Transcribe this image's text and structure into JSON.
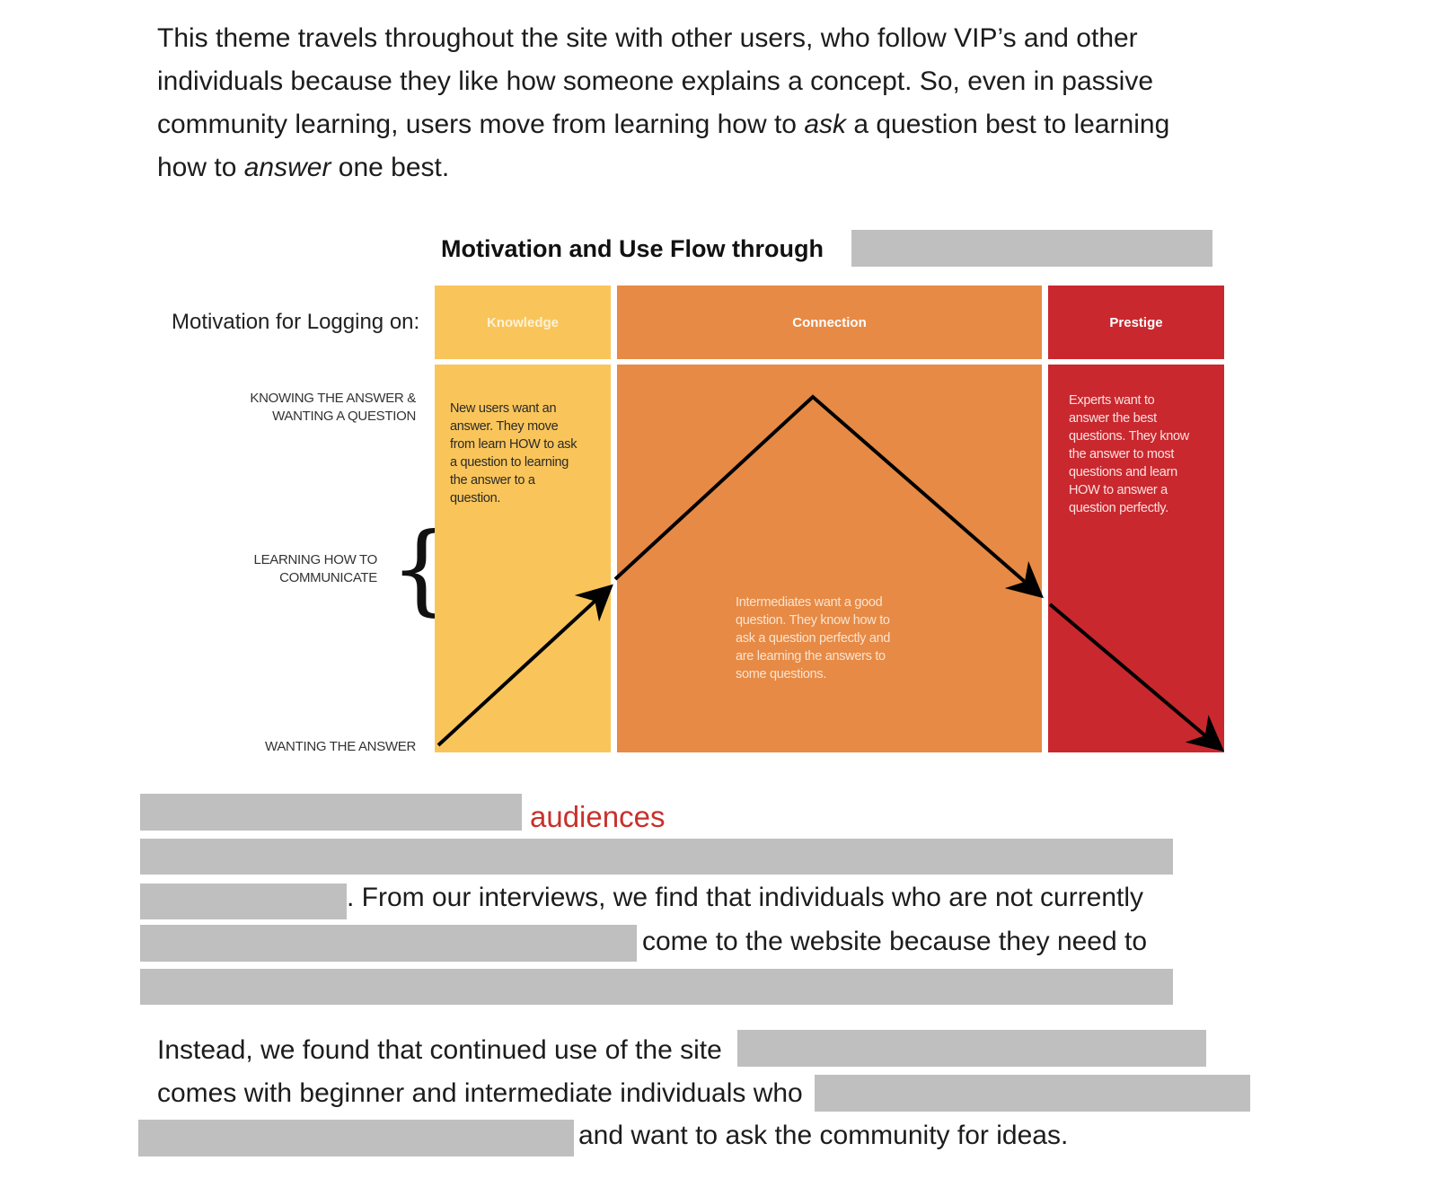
{
  "intro": {
    "line1": "This theme travels throughout the site with other users, who follow VIP’s and other",
    "line2": "individuals because they like how someone explains a concept. So, even in passive",
    "line3_a": "community learning, users move from learning how to ",
    "line3_em": "ask",
    "line3_b": " a question best to learning",
    "line4_a": "how to ",
    "line4_em": "answer",
    "line4_b": " one best."
  },
  "chart": {
    "title": "Motivation and Use Flow through",
    "row_header": "Motivation for Logging on:",
    "y_labels": {
      "top_1": "KNOWING THE ANSWER &",
      "top_2": "WANTING A  QUESTION",
      "mid_1": "LEARNING HOW TO",
      "mid_2": "COMMUNICATE",
      "bottom": "WANTING THE ANSWER"
    },
    "columns": [
      {
        "header": "Knowledge",
        "color": "#f9c55a",
        "lines": [
          "New users want an",
          "answer. They move",
          "from learn HOW to ask",
          "a question to learning",
          "the answer to a",
          "question."
        ]
      },
      {
        "header": "Connection",
        "color": "#e68a45",
        "lines": [
          "Intermediates want a good",
          "question. They know how to",
          "ask a question perfectly  and",
          "are learning the answers to",
          "some questions."
        ]
      },
      {
        "header": "Prestige",
        "color": "#c9282e",
        "lines": [
          "Experts want to",
          "answer the best",
          "questions. They know",
          "the answer to most",
          "questions and learn",
          "HOW to answer a",
          "question perfectly."
        ]
      }
    ]
  },
  "section": {
    "heading": "audiences",
    "heading_color": "#c8312b",
    "l3": ". From our interviews, we find that individuals who are not currently",
    "l4": "come to the website because they need to"
  },
  "closing": {
    "line1": "Instead, we found that continued use of the site ",
    "line2": "comes with beginner and intermediate individuals who ",
    "line3": "and want to ask the community for ideas."
  }
}
